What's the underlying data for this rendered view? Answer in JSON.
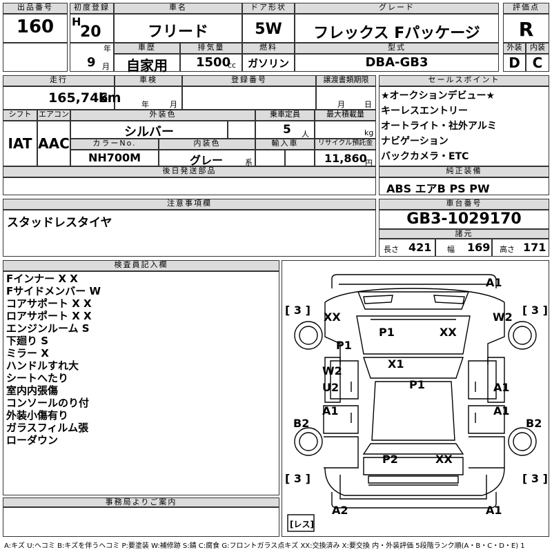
{
  "header": {
    "lot_no_label": "出品番号",
    "lot_no": "160",
    "first_reg_label": "初度登録",
    "era": "H",
    "year": "20",
    "year_unit": "年",
    "month": "9",
    "month_unit": "月",
    "car_name_label": "車名",
    "car_name": "フリード",
    "door_label": "ドア形状",
    "door": "5W",
    "grade_label": "グレード",
    "grade": "フレックス Fパッケージ",
    "score_label": "評価点",
    "score": "R",
    "history_label": "車歴",
    "history": "自家用",
    "displacement_label": "排気量",
    "displacement": "1500",
    "displacement_unit": "cc",
    "fuel_label": "燃料",
    "fuel": "ガソリン",
    "model_label": "型式",
    "model": "DBA-GB3",
    "exterior_label": "外装",
    "exterior": "D",
    "interior_label": "内装",
    "interior": "C"
  },
  "row2": {
    "mileage_label": "走行",
    "mileage": "165,746",
    "mileage_unit": "km",
    "inspection_label": "車検",
    "insp_year": "年",
    "insp_month": "月",
    "reg_no_label": "登録番号",
    "transfer_label": "譲渡書類期限",
    "transfer_month": "月",
    "transfer_day": "日",
    "shift_label": "シフト",
    "shift": "IAT",
    "ac_label": "エアコン",
    "ac": "AAC",
    "color_label": "外装色",
    "color": "シルバー",
    "capacity_label": "乗車定員",
    "capacity": "5",
    "capacity_unit": "人",
    "load_label": "最大積載量",
    "load_unit": "kg",
    "color_no_label": "カラーNo.",
    "color_no": "NH700M",
    "int_color_label": "内装色",
    "int_color": "グレー",
    "int_color_unit": "系",
    "import_label": "輸入車",
    "recycle_label": "リサイクル預託金",
    "recycle": "11,860",
    "recycle_unit": "円",
    "later_parts_label": "後日発送部品"
  },
  "sales": {
    "label": "セールスポイント",
    "items": [
      "★オークションデビュー★",
      "キーレスエントリー",
      "オートライト・社外アルミ",
      "ナビゲーション",
      "バックカメラ・ETC"
    ]
  },
  "equipment": {
    "label": "純正装備",
    "value": "ABS エアB PS PW"
  },
  "notice": {
    "label": "注意事項欄",
    "text": "スタッドレスタイヤ"
  },
  "chassis": {
    "label": "車台番号",
    "value": "GB3-1029170"
  },
  "dims": {
    "label": "諸元",
    "length_label": "長さ",
    "length": "421",
    "width_label": "幅",
    "width": "169",
    "height_label": "高さ",
    "height": "171"
  },
  "inspector": {
    "label": "検査員記入欄",
    "lines": [
      "Fインナー X X",
      "Fサイドメンバー W",
      "コアサポート X X",
      "ロアサポート X X",
      "エンジンルーム S",
      "下廻り S",
      "ミラー X",
      "ハンドルすれ大",
      "シートへたり",
      "室内内張傷",
      "コンソールのり付",
      "外装小傷有り",
      "ガラスフィルム張",
      "ローダウン"
    ]
  },
  "office": {
    "label": "事務局よりご案内"
  },
  "diagram": {
    "labels": {
      "a1_top": "A1",
      "w2_right": "W2",
      "xx_left": "XX",
      "p1_left": "P1",
      "p1_hood": "P1",
      "xx_hood": "XX",
      "x1": "X1",
      "p1_roof": "P1",
      "w2_door": "W2",
      "u2_door": "U2",
      "a1_right1": "A1",
      "a1_left": "A1",
      "a1_right2": "A1",
      "b2_left": "B2",
      "b2_right": "B2",
      "p2": "P2",
      "xx_rear": "XX",
      "a2": "A2",
      "a1_bottom": "A1",
      "tire_tl": "[ 3 ]",
      "tire_tr": "[ 3 ]",
      "tire_bl": "[ 3 ]",
      "tire_br": "[ 3 ]",
      "spare": "[レス]"
    }
  },
  "legend": "A:キズ U:ヘコミ B:キズを伴うヘコミ P:要塗装 W:補修跡 S:錆 C:腐食 G:フロントガラス点キズ XX:交換済み X:要交換 内・外装評価 5段階ランク順(A・B・C・D・E) 1"
}
